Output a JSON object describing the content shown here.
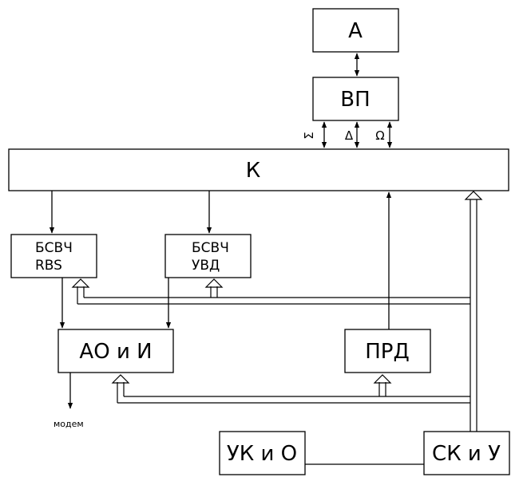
{
  "blocks": {
    "a": "А",
    "vp": "ВП",
    "k": "К",
    "bsvch_rbs_line1": "БСВЧ",
    "bsvch_rbs_line2": "RBS",
    "bsvch_uvd_line1": "БСВЧ",
    "bsvch_uvd_line2": "УВД",
    "ao_i": "АО и И",
    "prd": "ПРД",
    "uk_o": "УК и О",
    "sk_u": "СК и У"
  },
  "labels": {
    "modem": "модем",
    "sym_m": "Σ",
    "sym_delta": "Δ",
    "sym_omega": "Ω"
  }
}
